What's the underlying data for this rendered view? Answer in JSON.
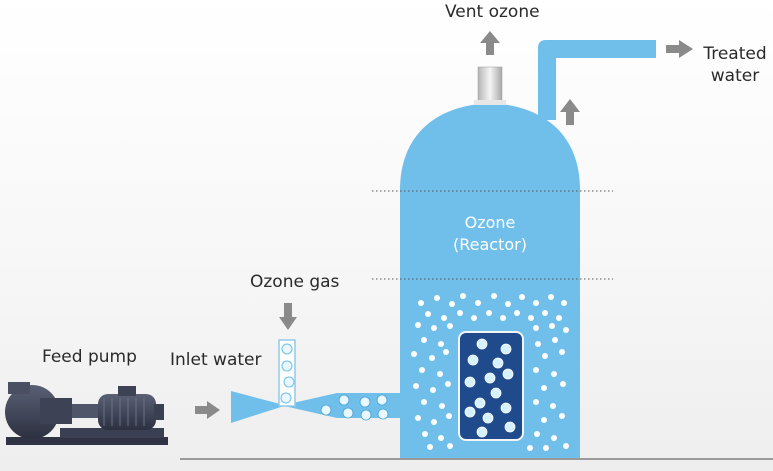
{
  "labels": {
    "vent": "Vent ozone",
    "treated_line1": "Treated",
    "treated_line2": "water",
    "ozone_gas": "Ozone gas",
    "feed_pump": "Feed pump",
    "inlet_water": "Inlet water",
    "reactor_line1": "Ozone",
    "reactor_line2": "(Reactor)"
  },
  "colors": {
    "water": "#6fbfea",
    "inner_chamber": "#1f4a8c",
    "arrow": "#8a8a8a",
    "pump_body": "#3d4254",
    "bubble": "#ffffff"
  },
  "icons": {
    "pump": "feed-pump-icon",
    "arrows": "flow-arrow-icon"
  }
}
